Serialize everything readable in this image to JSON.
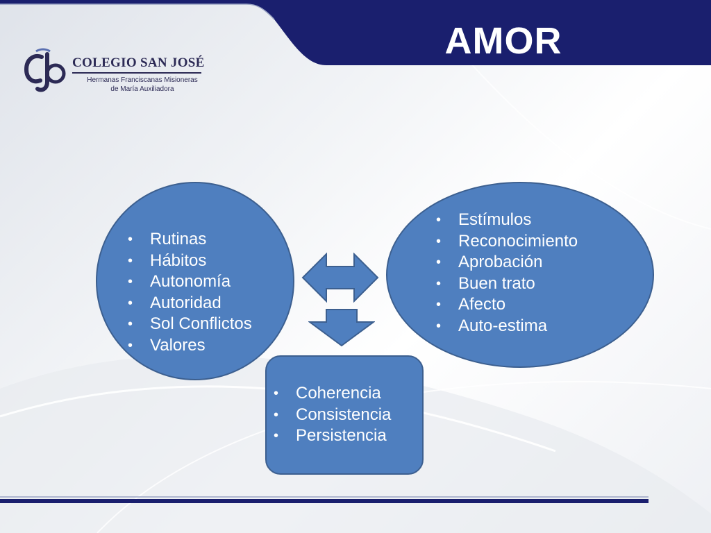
{
  "slide": {
    "title": "AMOR",
    "logo": {
      "name": "COLEGIO SAN JOSÉ",
      "subtitle_line1": "Hermanas Franciscanas Misioneras",
      "subtitle_line2": "de María Auxiliadora"
    },
    "left_circle": {
      "items": [
        "Rutinas",
        "Hábitos",
        "Autonomía",
        "Autoridad",
        "Sol Conflictos",
        "Valores"
      ]
    },
    "right_circle": {
      "items": [
        "Estímulos",
        "Reconocimiento",
        "Aprobación",
        "Buen trato",
        "Afecto",
        "Auto-estima"
      ]
    },
    "bottom_box": {
      "items": [
        "Coherencia",
        "Consistencia",
        "Persistencia"
      ]
    },
    "colors": {
      "header_navy": "#1a1f6e",
      "shape_fill": "#4f7fbf",
      "shape_border": "#3c5f8f",
      "logo_text": "#2c2a55",
      "text_on_shape": "#ffffff"
    },
    "icons": [
      "double-headed-arrow-icon",
      "down-arrow-icon",
      "cjs-monogram-icon"
    ]
  }
}
